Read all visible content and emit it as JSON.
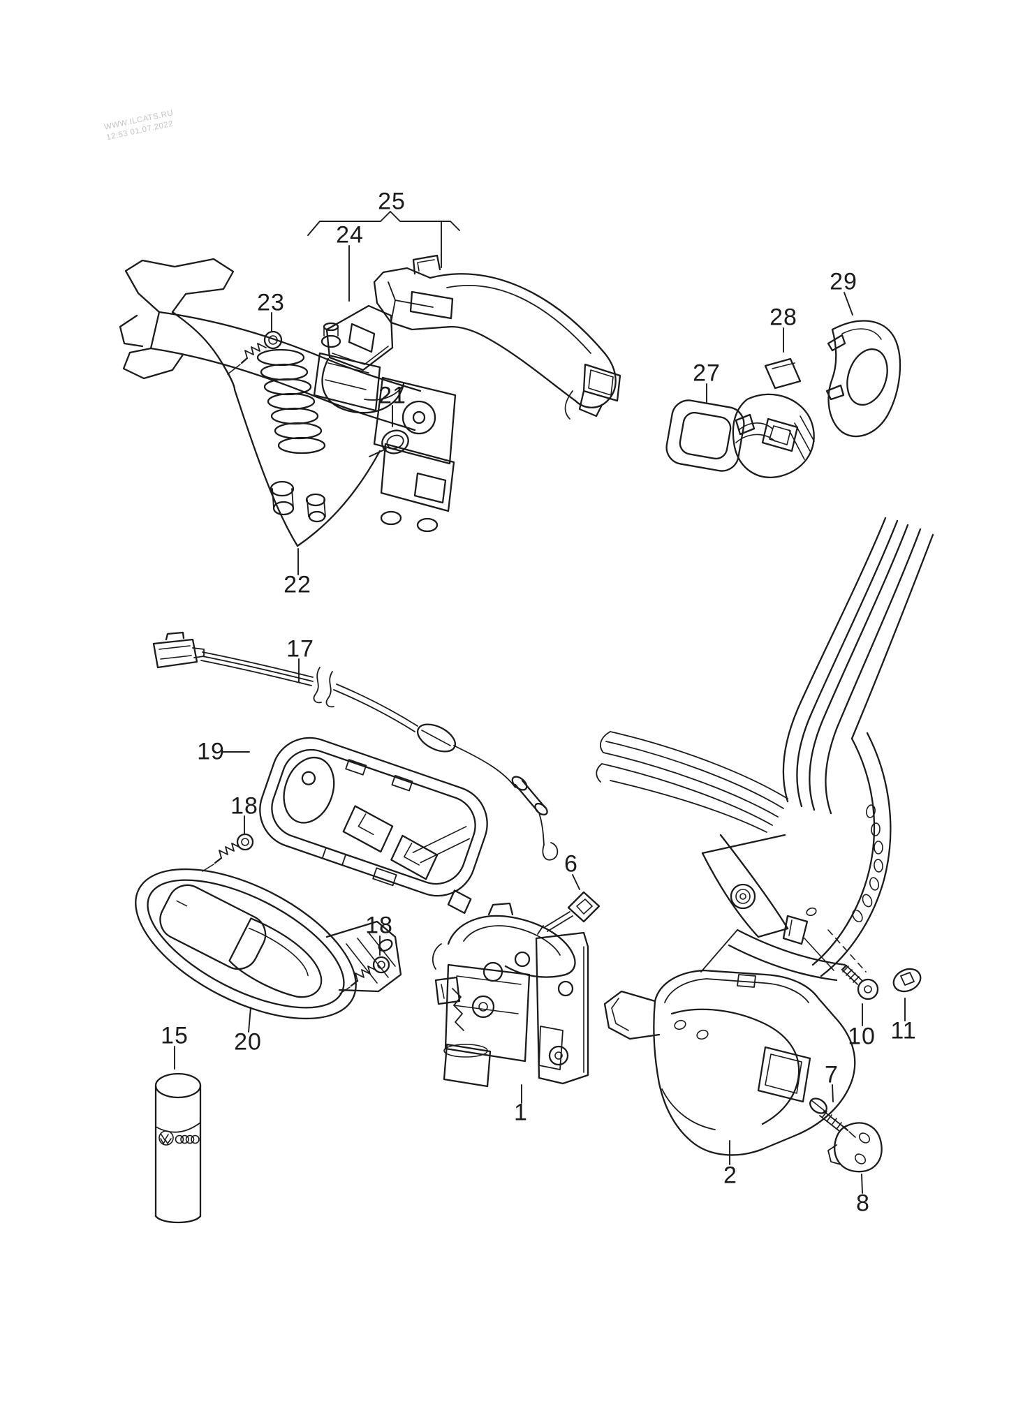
{
  "colors": {
    "line": "#1b1b1b",
    "background": "#ffffff",
    "watermark": "#c4c4c4"
  },
  "watermark": {
    "line1": "WWW.ILCATS.RU",
    "line2": "12:53 01.07.2022"
  },
  "callouts": {
    "c25": "25",
    "c24": "24",
    "c23": "23",
    "c22": "22",
    "c21": "21",
    "c29": "29",
    "c28": "28",
    "c27": "27",
    "c17": "17",
    "c19": "19",
    "c18a": "18",
    "c18b": "18",
    "c20": "20",
    "c15": "15",
    "c6": "6",
    "c1": "1",
    "c2": "2",
    "c10": "10",
    "c11": "11",
    "c7": "7",
    "c8": "8"
  }
}
